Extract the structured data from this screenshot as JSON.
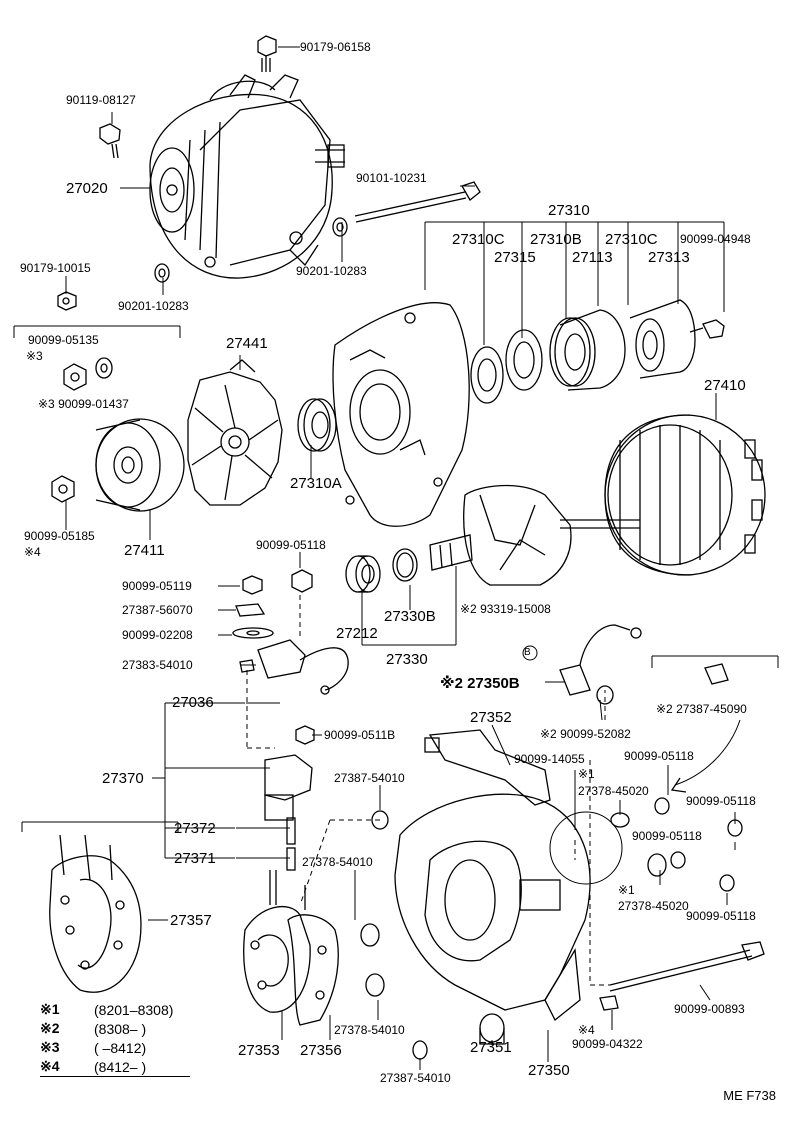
{
  "parts": {
    "p90179_06158": "90179-06158",
    "p90119_08127": "90119-08127",
    "p27020": "27020",
    "p90101_10231": "90101-10231",
    "p90201_10283_a": "90201-10283",
    "p90179_10015": "90179-10015",
    "p90201_10283_b": "90201-10283",
    "p27310": "27310",
    "p27310C_a": "27310C",
    "p27310B": "27310B",
    "p27310C_b": "27310C",
    "p90099_04948": "90099-04948",
    "p27315": "27315",
    "p27113": "27113",
    "p27313": "27313",
    "p90099_05135": "90099-05135",
    "p27441": "27441",
    "p90099_01437": "※3 90099-01437",
    "p27410": "27410",
    "p27310A": "27310A",
    "p90099_05185": "90099-05185",
    "p27411": "27411",
    "p90099_05118_a": "90099-05118",
    "p90099_05119": "90099-05119",
    "p27387_56070": "27387-56070",
    "p90099_02208": "90099-02208",
    "p27212": "27212",
    "p27330B": "27330B",
    "p93319_15008": "※2 93319-15008",
    "p27330": "27330",
    "p27383_54010": "27383-54010",
    "p27350B": "※2 27350B",
    "p27036": "27036",
    "p90099_0511B": "90099-0511B",
    "p27352": "27352",
    "p27387_45090": "※2 27387-45090",
    "p90099_52082": "※2 90099-52082",
    "p90099_14055": "90099-14055",
    "p27370": "27370",
    "p27387_54010_a": "27387-54010",
    "p90099_05118_b": "90099-05118",
    "p27378_45020_a": "27378-45020",
    "p90099_05118_c": "90099-05118",
    "p27372": "27372",
    "p90099_05118_d": "90099-05118",
    "p27371": "27371",
    "p27378_54010_a": "27378-54010",
    "p27357": "27357",
    "p27378_45020_b": "27378-45020",
    "p90099_05118_e": "90099-05118",
    "p90099_00893": "90099-00893",
    "p90099_04322": "90099-04322",
    "p27378_54010_b": "27378-54010",
    "p27353": "27353",
    "p27356": "27356",
    "p27351": "27351",
    "p27350": "27350",
    "p27387_54010_b": "27387-54010"
  },
  "marks": {
    "m3_top": "※3",
    "m4_left": "※4",
    "m1_a": "※1",
    "m1_b": "※1",
    "m4_right": "※4",
    "circle_b": "B"
  },
  "legend": [
    {
      "mark": "※1",
      "range": "(8201–8308)"
    },
    {
      "mark": "※2",
      "range": "(8308–       )"
    },
    {
      "mark": "※3",
      "range": "(       –8412)"
    },
    {
      "mark": "※4",
      "range": "(8412–       )"
    }
  ],
  "figure_code": "ME  F738"
}
